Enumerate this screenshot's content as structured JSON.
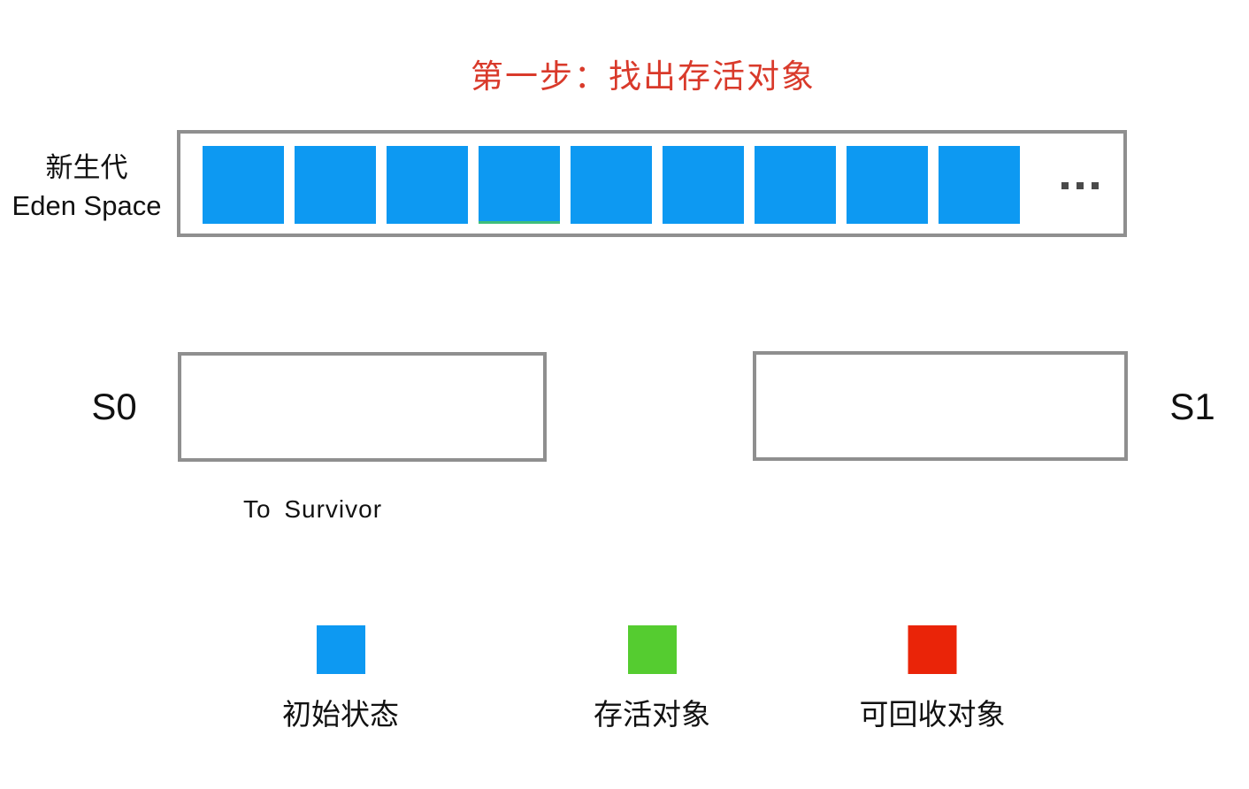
{
  "title": {
    "text": "第一步：找出存活对象",
    "color": "#D93A2B"
  },
  "eden": {
    "label_line1": "新生代",
    "label_line2": "Eden Space",
    "cell_count": 9,
    "cell_color": "#0D99F2",
    "partial_green_cell_index": 4,
    "partial_green_color": "#3FBE7B",
    "more_indicator": "..."
  },
  "survivor": {
    "s0_label": "S0",
    "s1_label": "S1",
    "to_survivor_label": "To Survivor"
  },
  "legend": {
    "items": [
      {
        "name": "initial-state",
        "color": "#0D99F2",
        "label": "初始状态"
      },
      {
        "name": "live-object",
        "color": "#55CC30",
        "label": "存活对象"
      },
      {
        "name": "collectable-object",
        "color": "#EA2408",
        "label": "可回收对象"
      }
    ]
  },
  "colors": {
    "box_border": "#8F8F8F",
    "dots": "#4A4A4A",
    "text": "#111111",
    "background": "#FFFFFF"
  }
}
